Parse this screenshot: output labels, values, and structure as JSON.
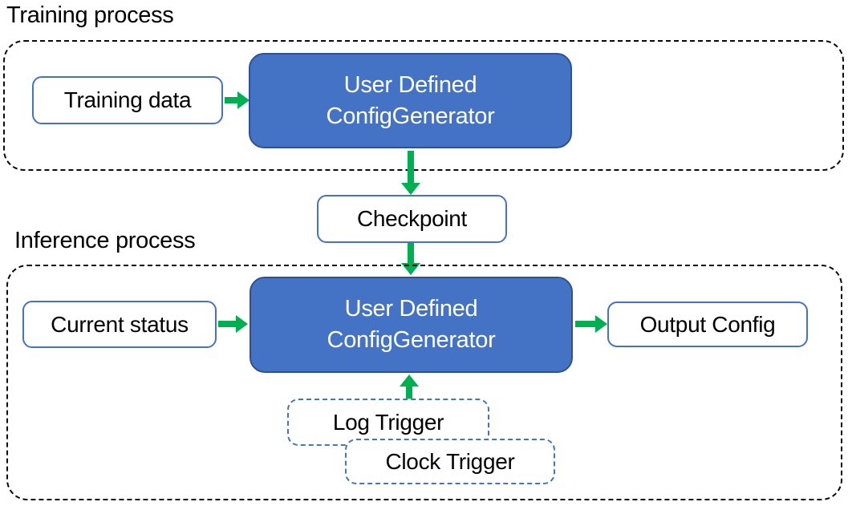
{
  "colors": {
    "node_fill": "#4472C4",
    "node_stroke": "#2F528F",
    "box_stroke": "#4472C4",
    "arrow": "#00B050",
    "container_stroke": "#0a0a0a",
    "text_dark": "#000000",
    "text_light": "#FFFFFF",
    "background": "#FFFFFF"
  },
  "training": {
    "title": "Training process",
    "input": {
      "label": "Training data"
    },
    "generator": {
      "line1": "User Defined",
      "line2": "ConfigGenerator"
    }
  },
  "checkpoint": {
    "label": "Checkpoint"
  },
  "inference": {
    "title": "Inference process",
    "input": {
      "label": "Current status"
    },
    "generator": {
      "line1": "User Defined",
      "line2": "ConfigGenerator"
    },
    "output": {
      "label": "Output Config"
    },
    "triggers": {
      "log": {
        "label": "Log Trigger"
      },
      "clock": {
        "label": "Clock Trigger"
      }
    }
  }
}
